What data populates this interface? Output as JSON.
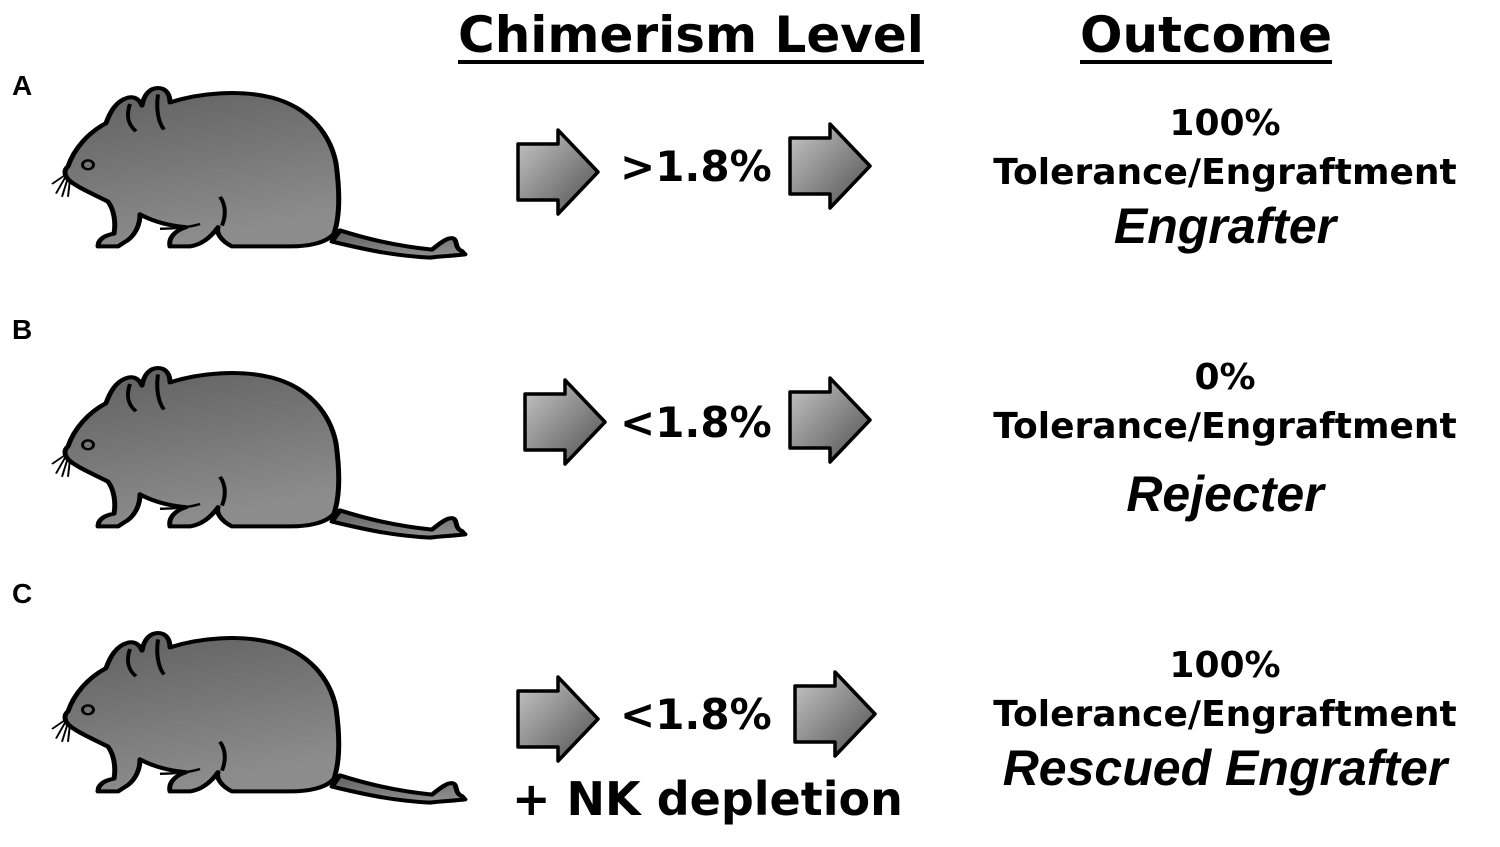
{
  "headers": {
    "chimerism_level": "Chimerism Level",
    "outcome": "Outcome"
  },
  "rows": [
    {
      "label": "A",
      "level": ">1.8%",
      "percent": "100%",
      "measure": "Tolerance/Engraftment",
      "status": "Engrafter"
    },
    {
      "label": "B",
      "level": "<1.8%",
      "percent": "0%",
      "measure": "Tolerance/Engraftment",
      "status": "Rejecter"
    },
    {
      "label": "C",
      "level": "<1.8%",
      "extra": "+ NK depletion",
      "percent": "100%",
      "measure": "Tolerance/Engraftment",
      "status": "Rescued Engrafter"
    }
  ],
  "colors": {
    "mouse_fill_light": "#8c8c8c",
    "mouse_fill_dark": "#5f5f5f",
    "arrow_fill_light": "#bdbdbd",
    "arrow_fill_dark": "#5a5a5a",
    "outline": "#000000"
  },
  "icons": [
    "mouse-icon",
    "arrow-right-icon"
  ]
}
